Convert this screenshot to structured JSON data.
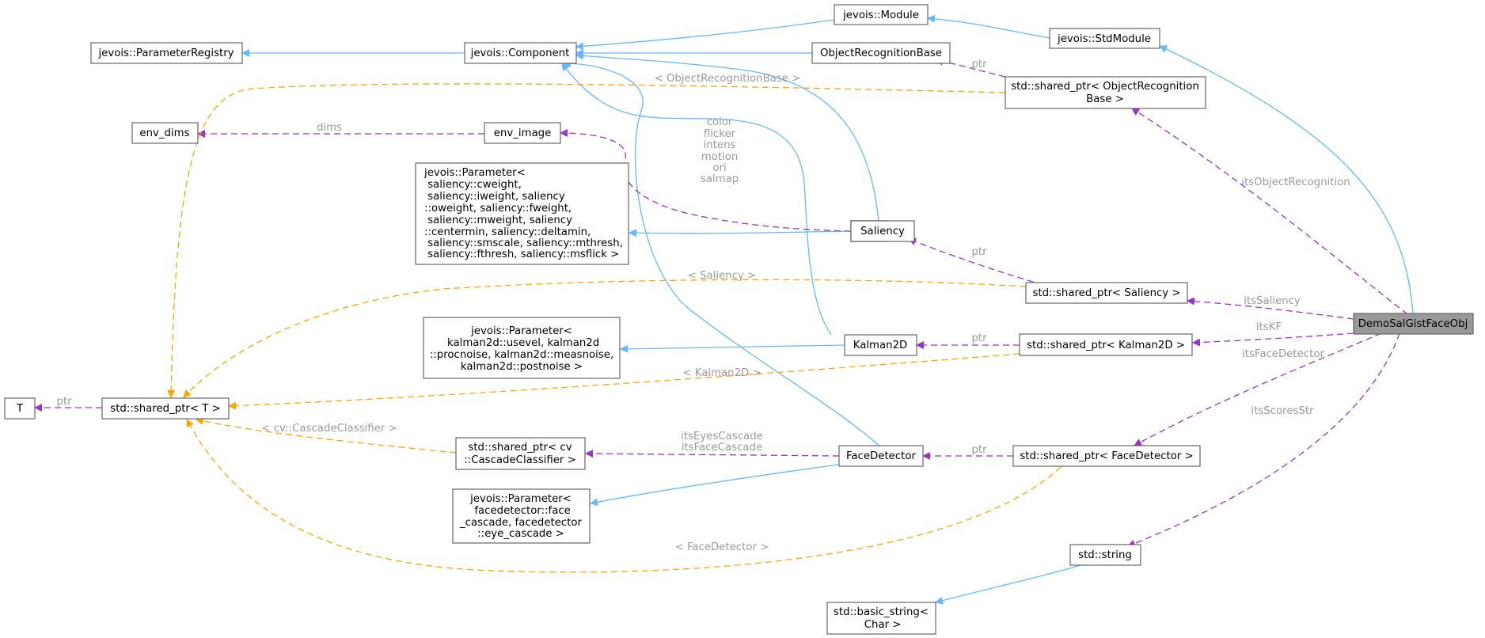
{
  "nodes": {
    "module": [
      "jevois::Module"
    ],
    "stdmodule": [
      "jevois::StdModule"
    ],
    "paramregistry": [
      "jevois::ParameterRegistry"
    ],
    "component": [
      "jevois::Component"
    ],
    "objrecbase": [
      "ObjectRecognitionBase"
    ],
    "sp_objrec": [
      "std::shared_ptr< ObjectRecognition",
      "Base >"
    ],
    "env_dims": [
      "env_dims"
    ],
    "env_image": [
      "env_image"
    ],
    "saliency_param": [
      "jevois::Parameter<",
      " saliency::cweight,",
      " saliency::iweight, saliency",
      "::oweight, saliency::fweight,",
      " saliency::mweight, saliency",
      "::centermin, saliency::deltamin,",
      " saliency::smscale, saliency::mthresh,",
      " saliency::fthresh, saliency::msflick >"
    ],
    "saliency": [
      "Saliency"
    ],
    "sp_saliency": [
      "std::shared_ptr< Saliency >"
    ],
    "demo": [
      "DemoSalGistFaceObj"
    ],
    "kalman_param": [
      "jevois::Parameter<",
      " kalman2d::usevel, kalman2d",
      "::procnoise, kalman2d::measnoise,",
      "kalman2d::postnoise >"
    ],
    "kalman": [
      "Kalman2D"
    ],
    "sp_kalman": [
      "std::shared_ptr< Kalman2D >"
    ],
    "t": [
      "T"
    ],
    "sp_t": [
      "std::shared_ptr< T >"
    ],
    "sp_cascade": [
      "std::shared_ptr< cv",
      "::CascadeClassifier >"
    ],
    "facedetector": [
      "FaceDetector"
    ],
    "sp_face": [
      "std::shared_ptr< FaceDetector >"
    ],
    "face_param": [
      "jevois::Parameter<",
      " facedetector::face",
      "_cascade, facedetector",
      "::eye_cascade >"
    ],
    "stdstring": [
      "std::string"
    ],
    "basicstring": [
      "std::basic_string<",
      " Char >"
    ]
  },
  "edge_labels": {
    "objrecbase_template": "< ObjectRecognitionBase >",
    "dims": "dims",
    "saliency_maps": [
      "color",
      "flicker",
      "intens",
      "motion",
      "ori",
      "salmap"
    ],
    "ptr_objrec": "ptr",
    "its_object_recognition": "itsObjectRecognition",
    "ptr_saliency": "ptr",
    "saliency_template": "< Saliency >",
    "its_saliency": "itsSaliency",
    "its_kf": "itsKF",
    "ptr_kalman": "ptr",
    "its_face_detector": "itsFaceDetector",
    "kalman_template": "< Kalman2D >",
    "ptr_t": "ptr",
    "its_scores_str": "itsScoresStr",
    "cascades": [
      "itsEyesCascade",
      "itsFaceCascade"
    ],
    "cascade_template": "< cv::CascadeClassifier >",
    "ptr_face": "ptr",
    "face_template": "< FaceDetector >"
  },
  "colors": {
    "inheritance": "#63b8ff",
    "usage": "#9a32cd",
    "template": "#ffa500",
    "label": "#9a9a9a",
    "focus_fill": "#999999",
    "node_border": "#666666"
  }
}
